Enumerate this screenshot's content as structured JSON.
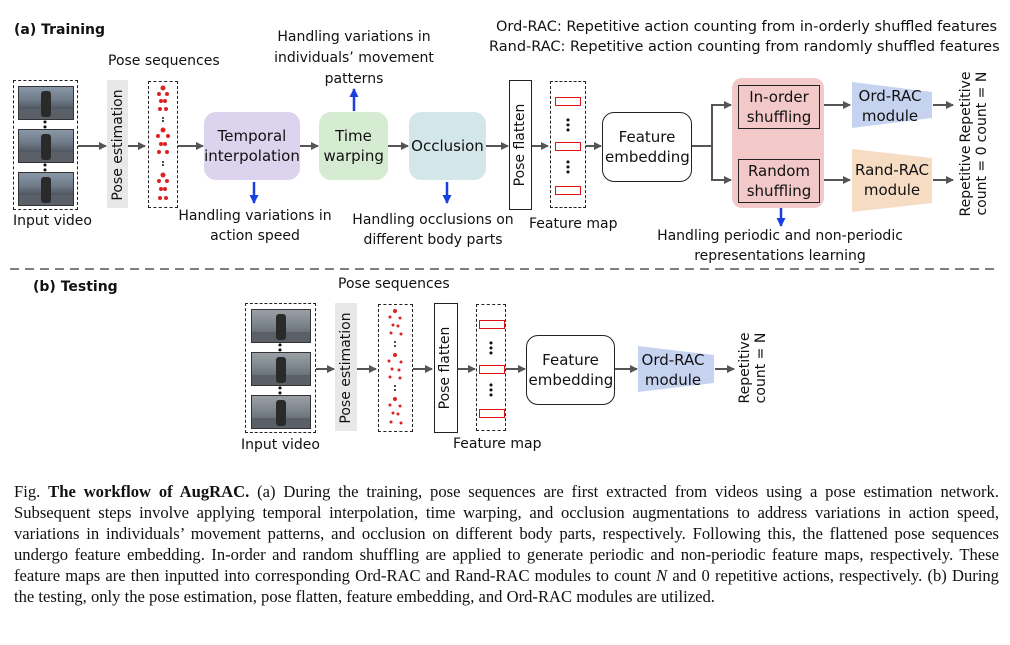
{
  "training": {
    "title": "(a) Training",
    "legend": [
      "Ord-RAC: Repetitive action counting from in-orderly shuffled features",
      "Rand-RAC: Repetitive action counting from randomly shuffled features"
    ],
    "input_video": "Input video",
    "pose_estimation": "Pose estimation",
    "pose_sequences": "Pose sequences",
    "temporal_interpolation": "Temporal interpolation",
    "time_warping": "Time warping",
    "occlusion": "Occlusion",
    "pose_flatten": "Pose flatten",
    "feature_map": "Feature map",
    "feature_embedding": "Feature embedding",
    "in_order_shuffling": "In-order shuffling",
    "random_shuffling": "Random shuffling",
    "ord_rac_module": "Ord-RAC module",
    "rand_rac_module": "Rand-RAC module",
    "count_n": "Repetitive count = N",
    "count_0": "Repetitive count = 0",
    "note_speed": "Handling variations in action speed",
    "note_patterns": "Handling variations in individuals’ movement patterns",
    "note_occlusion": "Handling occlusions on different body parts",
    "note_periodic": "Handling periodic and non-periodic representations learning"
  },
  "testing": {
    "title": "(b) Testing",
    "pose_sequences": "Pose sequences",
    "input_video": "Input video",
    "pose_estimation": "Pose estimation",
    "pose_flatten": "Pose flatten",
    "feature_map": "Feature map",
    "feature_embedding": "Feature embedding",
    "ord_rac_module": "Ord-RAC module",
    "count_n": "Repetitive count = N"
  },
  "caption": {
    "prefix": "Fig.",
    "bold": "The workflow of AugRAC.",
    "part1": "(a) During the training, pose sequences are first extracted from videos using a pose estimation network. Subsequent steps involve applying temporal interpolation, time warping, and occlusion augmentations to address variations in action speed, variations in individuals’ movement patterns, and occlusion on different body parts, respectively. Following this, the flattened pose sequences undergo feature embedding. In-order and random shuffling are applied to generate periodic and non-periodic feature maps, respectively. These feature maps are then inputted into corresponding Ord-RAC and Rand-RAC modules to count",
    "var_n": "N",
    "part2": "and 0 repetitive actions, respectively. (b) During the testing, only the pose estimation, pose flatten, feature embedding, and Ord-RAC modules are utilized."
  },
  "colors": {
    "temporal_fill": "#dcd3ef",
    "time_warping_fill": "#d6ecd2",
    "occlusion_fill": "#d3e6ea",
    "shuffle_highlight": "#f3c8c8",
    "ord_rac_fill": "#c5d3f1",
    "rand_rac_fill": "#f7dcc4",
    "arrow_blue": "#1a3fe0",
    "feature_rect": "#d11111"
  }
}
